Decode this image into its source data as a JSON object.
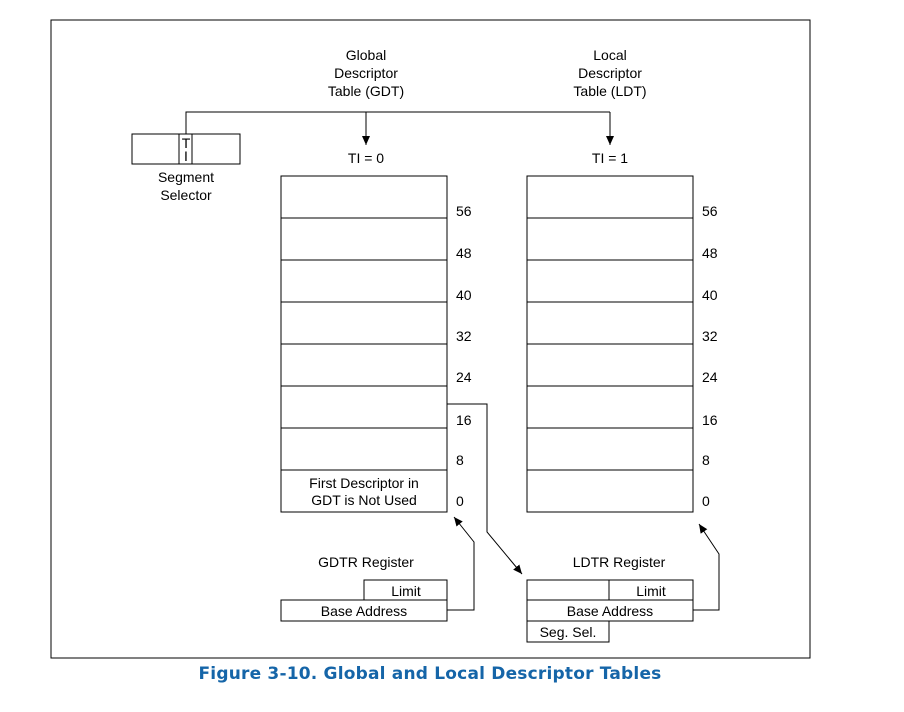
{
  "gdt_title": [
    "Global",
    "Descriptor",
    "Table (GDT)"
  ],
  "ldt_title": [
    "Local",
    "Descriptor",
    "Table (LDT)"
  ],
  "gdt_ti": "TI = 0",
  "ldt_ti": "TI = 1",
  "selector": {
    "ti_letters": [
      "T",
      "I"
    ],
    "label": [
      "Segment",
      "Selector"
    ]
  },
  "offsets": [
    "56",
    "48",
    "40",
    "32",
    "24",
    "16",
    "8",
    "0"
  ],
  "gdt_first_descriptor": [
    "First Descriptor in",
    "GDT is Not Used"
  ],
  "gdtr": {
    "title": "GDTR Register",
    "limit": "Limit",
    "base": "Base Address"
  },
  "ldtr": {
    "title": "LDTR Register",
    "limit": "Limit",
    "base": "Base Address",
    "seg_sel": "Seg. Sel."
  },
  "caption": "Figure 3-10.  Global and Local Descriptor Tables",
  "colors": {
    "caption": "#1565a8",
    "lines": "#000000"
  }
}
